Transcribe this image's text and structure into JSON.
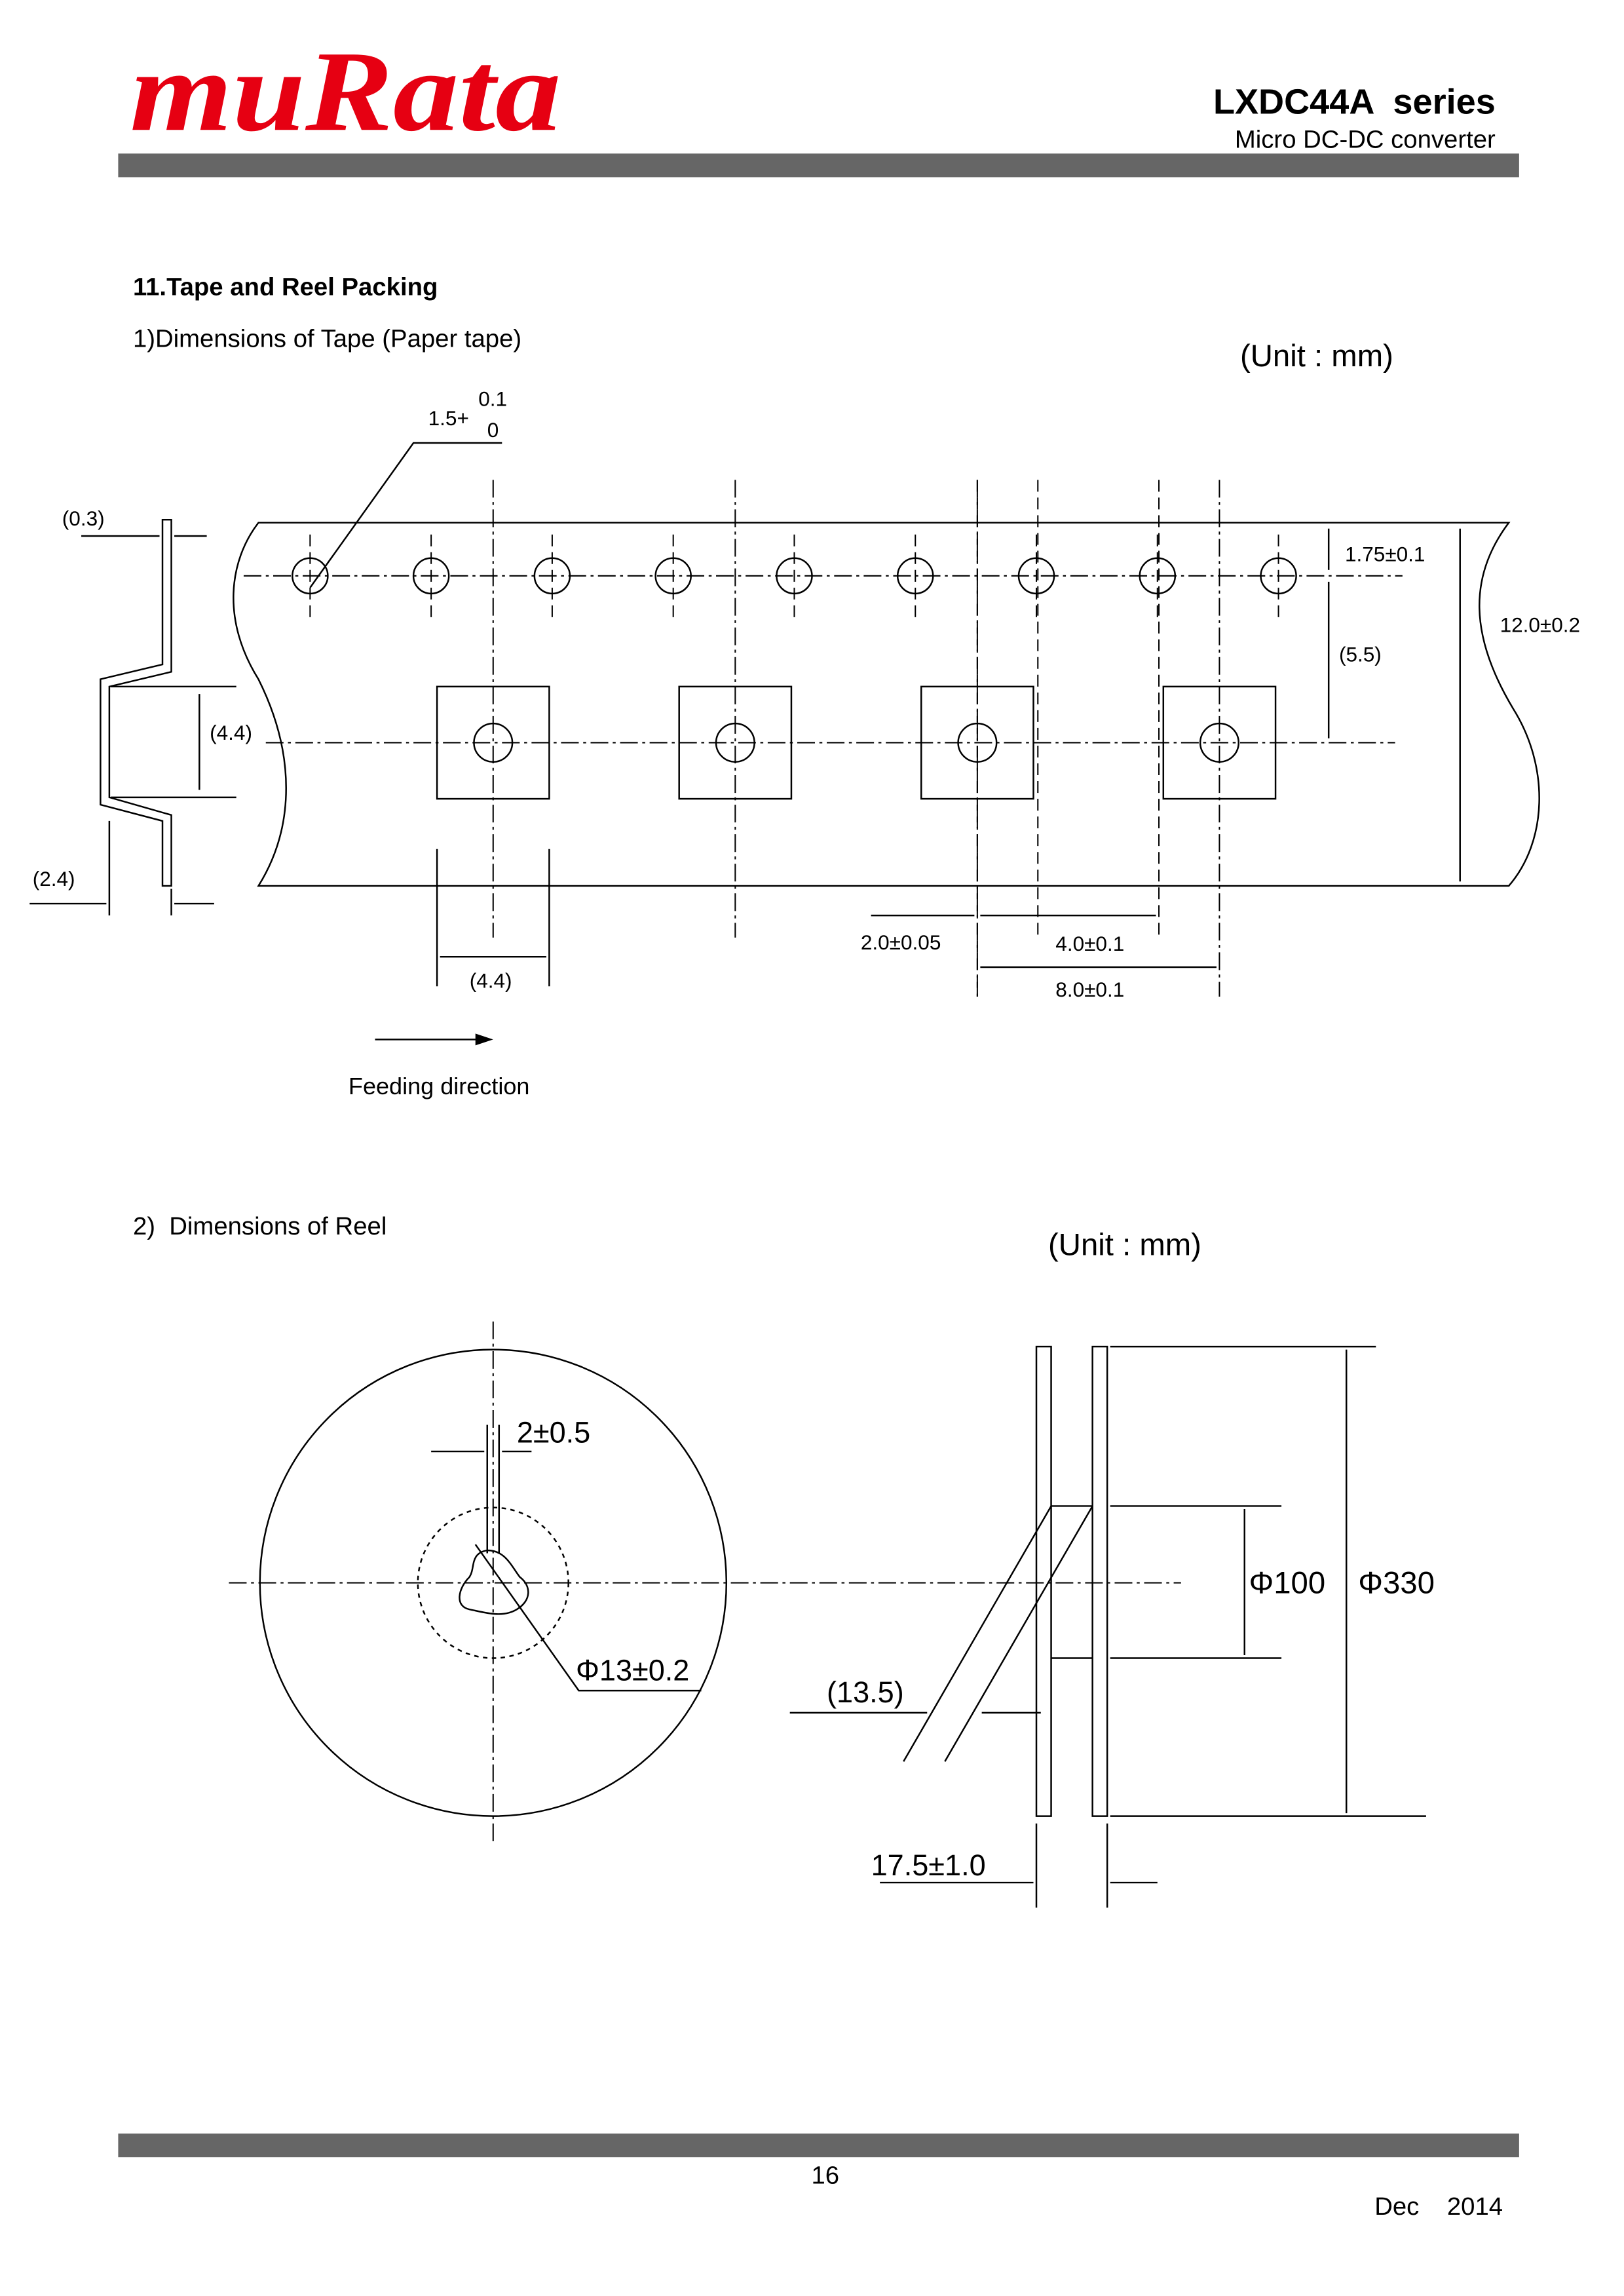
{
  "header": {
    "logo": "muRata",
    "series": "LXDC44A  series",
    "subtitle": "Micro DC-DC converter",
    "brand_color": "#e60012",
    "bar_color": "#666666"
  },
  "section_title": "11.Tape and Reel Packing",
  "tape": {
    "heading": "1)Dimensions of Tape (Paper tape)",
    "unit": "(Unit : mm)",
    "hole_dia_main": "1.5+",
    "hole_dia_upper": "0.1",
    "hole_dia_lower": "0",
    "thickness": "(0.3)",
    "pocket_depth": "(4.4)",
    "overall_thickness": "(2.4)",
    "pocket_width": "(4.4)",
    "edge_to_hole": "1.75±0.1",
    "hole_to_pocket": "(5.5)",
    "tape_width": "12.0±0.2",
    "hole_to_pocket_pitch": "2.0±0.05",
    "hole_pitch": "4.0±0.1",
    "pocket_pitch": "8.0±0.1",
    "feeding": "Feeding direction"
  },
  "reel": {
    "heading": "2)  Dimensions of Reel",
    "unit": "(Unit : mm)",
    "slot": "2±0.5",
    "hub_hole": "Φ13±0.2",
    "hub_dia": "Φ100",
    "reel_dia": "Φ330",
    "offset": "(13.5)",
    "width": "17.5±1.0"
  },
  "footer": {
    "page": "16",
    "date": "Dec    2014"
  }
}
